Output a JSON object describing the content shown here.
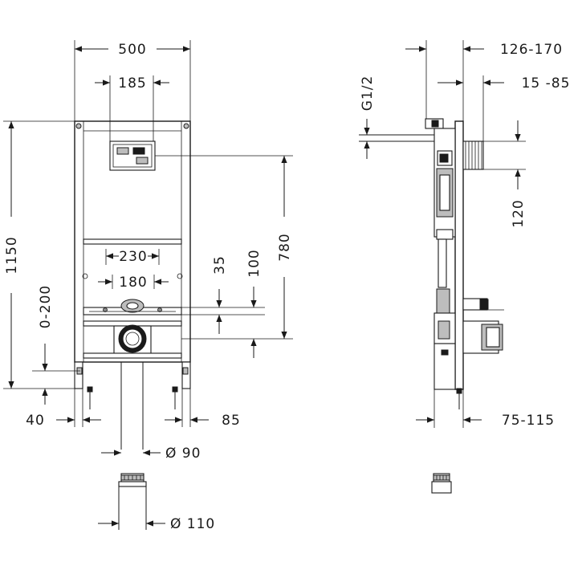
{
  "dimensions": {
    "width_total": "500",
    "width_inner": "185",
    "height_total": "1150",
    "height_adjust": "0-200",
    "height_780": "780",
    "height_100": "100",
    "height_35": "35",
    "width_230": "230",
    "width_180": "180",
    "leg_40": "40",
    "leg_85": "85",
    "dia_90": "Ø 90",
    "dia_110": "Ø 110",
    "thread": "G1/2",
    "depth_126_170": "126-170",
    "depth_15_85": "15 -85",
    "height_120": "120",
    "depth_75_115": "75-115"
  }
}
